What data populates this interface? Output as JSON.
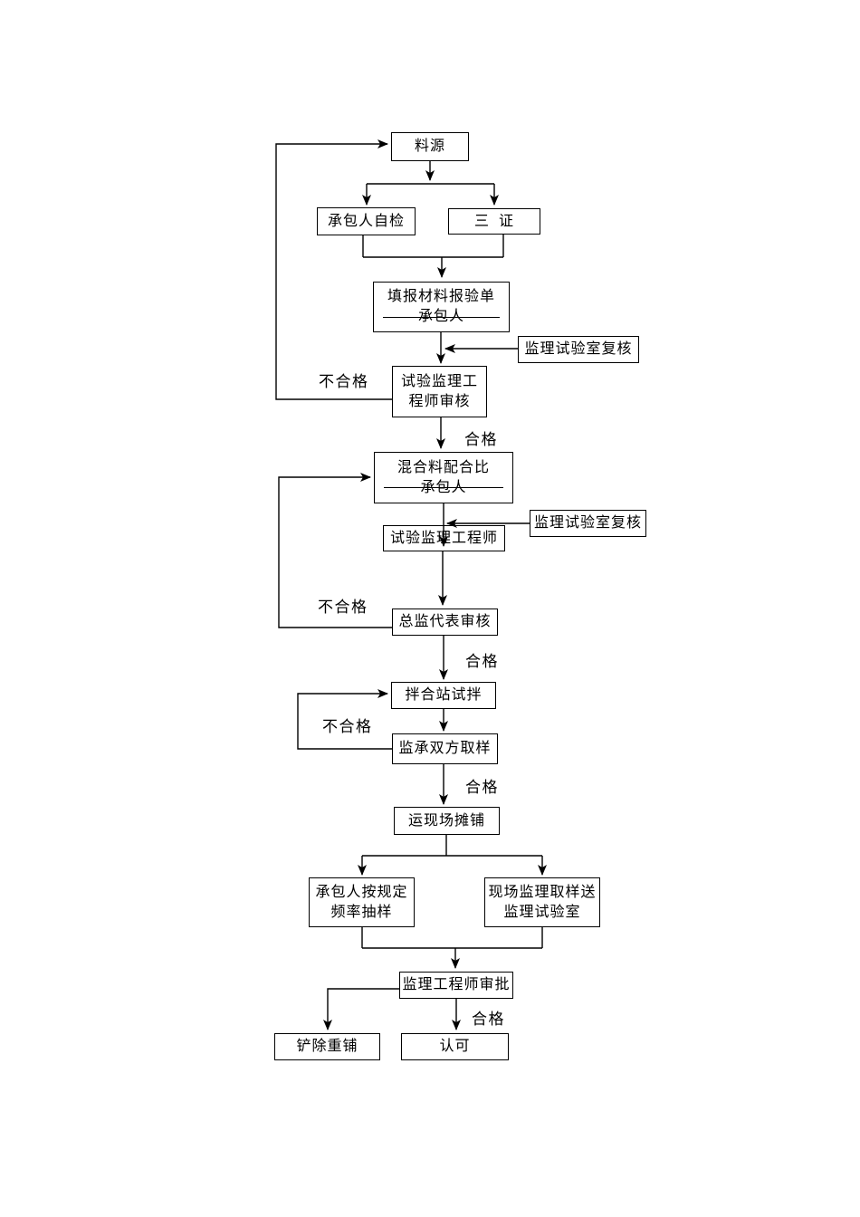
{
  "diagram": {
    "colors": {
      "line": "#000000",
      "background": "#ffffff",
      "text": "#000000"
    },
    "nodes": {
      "source": {
        "label": "料源"
      },
      "self_check": {
        "label": "承包人自检"
      },
      "three_certs": {
        "label": "三  证"
      },
      "material_form": {
        "line1": "填报材料报验单",
        "line2": "承包人"
      },
      "lab_recheck_1": {
        "label": "监理试验室复核"
      },
      "test_engineer_review": {
        "line1": "试验监理工",
        "line2": "程师审核"
      },
      "mix_ratio": {
        "line1": "混合料配合比",
        "line2": "承包人"
      },
      "lab_recheck_2": {
        "label": "监理试验室复核"
      },
      "test_engineer": {
        "label": "试验监理工程师"
      },
      "chief_review": {
        "label": "总监代表审核"
      },
      "mixing_trial": {
        "label": "拌合站试拌"
      },
      "joint_sampling": {
        "label": "监承双方取样"
      },
      "site_paving": {
        "label": "运现场摊铺"
      },
      "contractor_sampling": {
        "line1": "承包人按规定",
        "line2": "频率抽样"
      },
      "supervisor_sampling": {
        "line1": "现场监理取样送",
        "line2": "监理试验室"
      },
      "engineer_approval": {
        "label": "监理工程师审批"
      },
      "remove_repave": {
        "label": "铲除重铺"
      },
      "accept": {
        "label": "认可"
      }
    },
    "edge_labels": {
      "fail_1": "不合格",
      "pass_1": "合格",
      "fail_2": "不合格",
      "pass_2": "合格",
      "fail_3": "不合格",
      "pass_3": "合格",
      "pass_4": "合格"
    }
  }
}
